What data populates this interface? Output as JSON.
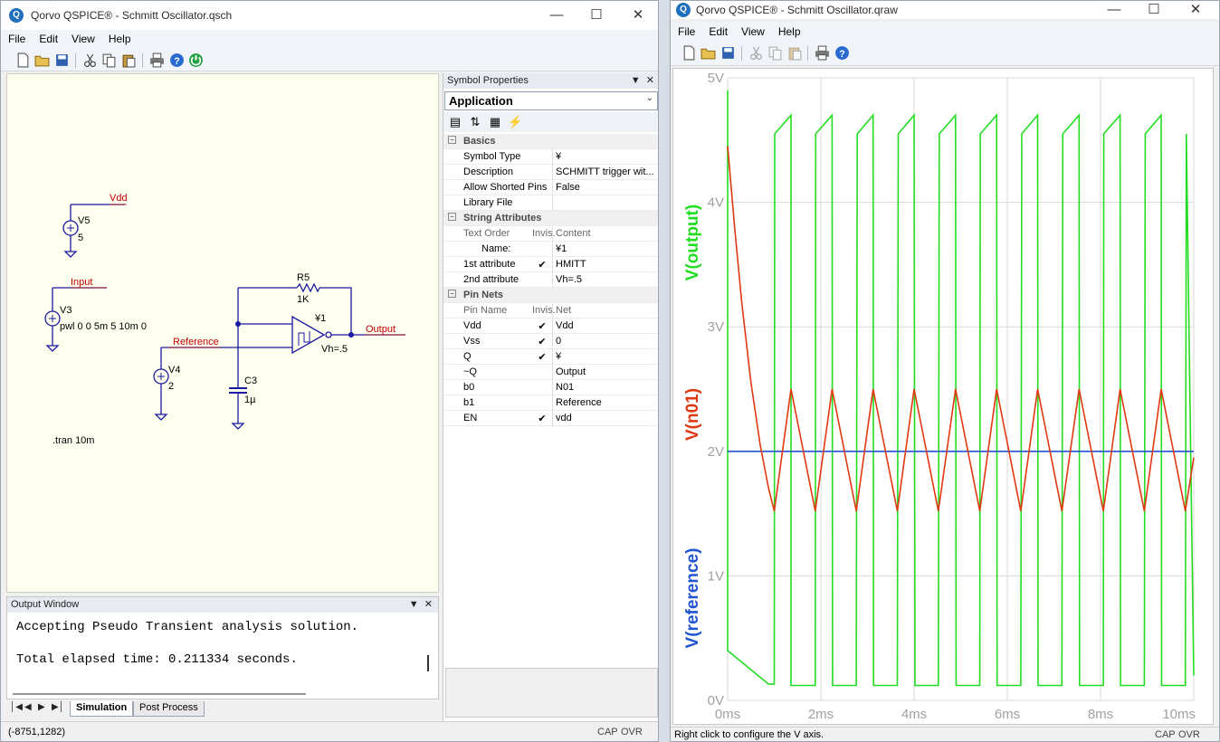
{
  "schematic_window": {
    "title": "Qorvo QSPICE® - Schmitt Oscillator.qsch",
    "app_icon_letter": "Q",
    "menu": [
      "File",
      "Edit",
      "View",
      "Help"
    ],
    "labels": {
      "vdd_net": "Vdd",
      "v5_name": "V5",
      "v5_value": "5",
      "input_net": "Input",
      "v3_name": "V3",
      "v3_value": "pwl 0 0 5m 5 10m 0",
      "r5_name": "R5",
      "r5_value": "1K",
      "x1_name": "¥1",
      "x1_vh": "Vh=.5",
      "output_net": "Output",
      "reference_net": "Reference",
      "v4_name": "V4",
      "v4_value": "2",
      "c3_name": "C3",
      "c3_value": "1µ",
      "tran": ".tran 10m"
    },
    "symbol_properties": {
      "title": "Symbol Properties",
      "combo_value": "Application",
      "categories": [
        {
          "name": "Basics",
          "rows": [
            {
              "name": "Symbol Type",
              "invis": "",
              "value": "¥"
            },
            {
              "name": "Description",
              "invis": "",
              "value": "SCHMITT trigger wit..."
            },
            {
              "name": "Allow Shorted Pins",
              "invis": "",
              "value": "False"
            },
            {
              "name": "Library File",
              "invis": "",
              "value": ""
            }
          ]
        },
        {
          "name": "String Attributes",
          "header": {
            "name": "Text Order",
            "invis": "Invis.",
            "value": "Content"
          },
          "rows": [
            {
              "name": "Name:",
              "invis": "",
              "value": "¥1",
              "indent": true
            },
            {
              "name": "1st attribute",
              "invis": "✔",
              "value": "HMITT"
            },
            {
              "name": "2nd attribute",
              "invis": "",
              "value": "Vh=.5"
            }
          ]
        },
        {
          "name": "Pin Nets",
          "header": {
            "name": "Pin Name",
            "invis": "Invis.",
            "value": "Net"
          },
          "rows": [
            {
              "name": "Vdd",
              "invis": "✔",
              "value": "Vdd"
            },
            {
              "name": "Vss",
              "invis": "✔",
              "value": "0"
            },
            {
              "name": "Q",
              "invis": "✔",
              "value": "¥"
            },
            {
              "name": "~Q",
              "invis": "",
              "value": "Output"
            },
            {
              "name": "b0",
              "invis": "",
              "value": "N01"
            },
            {
              "name": "b1",
              "invis": "",
              "value": "Reference"
            },
            {
              "name": "EN",
              "invis": "✔",
              "value": "vdd"
            }
          ]
        }
      ]
    },
    "output_window": {
      "title": "Output Window",
      "lines": [
        "Accepting Pseudo Transient analysis solution.",
        "Total elapsed time: 0.211334 seconds."
      ]
    },
    "tabs": [
      "Simulation",
      "Post Process"
    ],
    "active_tab": "Simulation",
    "status": {
      "coords": "(-8751,1282)",
      "cap": "CAP",
      "ovr": "OVR"
    }
  },
  "waveform_window": {
    "title": "Qorvo QSPICE® - Schmitt Oscillator.qraw",
    "app_icon_letter": "Q",
    "menu": [
      "File",
      "Edit",
      "View",
      "Help"
    ],
    "status": {
      "hint": "Right click to configure the V axis.",
      "cap": "CAP",
      "ovr": "OVR"
    },
    "colors": {
      "output": "#22dd22",
      "n01": "#e03810",
      "reference": "#1f55d0",
      "grid": "#d8d8d8",
      "axis_text": "#a0a0a0"
    }
  },
  "chart_data": {
    "type": "line",
    "title": "",
    "xlabel": "",
    "ylabel": "",
    "x_ticks": [
      "0ms",
      "2ms",
      "4ms",
      "6ms",
      "8ms",
      "10ms"
    ],
    "y_ticks": [
      "0V",
      "1V",
      "2V",
      "3V",
      "4V",
      "5V"
    ],
    "xlim": [
      0,
      10
    ],
    "ylim": [
      0,
      5
    ],
    "grid": true,
    "series": [
      {
        "name": "V(output)",
        "color": "#22dd22",
        "x": [
          0,
          0.0,
          0.88,
          1.0,
          1.01,
          1.36,
          1.36,
          1.5,
          1.88,
          1.89,
          2.24,
          2.25,
          2.38,
          2.76,
          2.78,
          3.12,
          3.13,
          3.27,
          3.64,
          3.66,
          4.0,
          4.02,
          4.15,
          4.52,
          4.54,
          4.89,
          4.9,
          5.03,
          5.41,
          5.42,
          5.77,
          5.78,
          5.92,
          6.29,
          6.31,
          6.65,
          6.66,
          6.8,
          7.17,
          7.19,
          7.54,
          7.55,
          7.68,
          8.06,
          8.07,
          8.42,
          8.43,
          8.56,
          8.94,
          8.96,
          9.3,
          9.31,
          9.45,
          9.82,
          9.84,
          10.0
        ],
        "y": [
          4.9,
          0.4,
          0.13,
          0.13,
          4.55,
          4.7,
          0.12,
          0.12,
          0.12,
          4.55,
          4.7,
          0.12,
          0.12,
          0.12,
          4.55,
          4.7,
          0.12,
          0.12,
          0.12,
          4.55,
          4.7,
          0.12,
          0.12,
          0.12,
          4.55,
          4.7,
          0.12,
          0.12,
          0.12,
          4.55,
          4.7,
          0.12,
          0.12,
          0.12,
          4.55,
          4.7,
          0.12,
          0.12,
          0.12,
          4.55,
          4.7,
          0.12,
          0.12,
          0.12,
          4.55,
          4.7,
          0.12,
          0.12,
          0.12,
          4.55,
          4.7,
          0.12,
          0.12,
          0.12,
          4.55,
          0.2
        ]
      },
      {
        "name": "V(n01)",
        "color": "#e03810",
        "x": [
          0,
          0.15,
          0.3,
          0.5,
          0.7,
          0.88,
          1.0,
          1.36,
          1.88,
          2.24,
          2.76,
          3.12,
          3.64,
          4.0,
          4.52,
          4.89,
          5.41,
          5.77,
          6.29,
          6.65,
          7.17,
          7.54,
          8.06,
          8.42,
          8.94,
          9.3,
          9.82,
          10.0
        ],
        "y": [
          4.45,
          3.8,
          3.2,
          2.55,
          2.05,
          1.7,
          1.52,
          2.5,
          1.52,
          2.5,
          1.52,
          2.5,
          1.52,
          2.5,
          1.52,
          2.5,
          1.52,
          2.5,
          1.52,
          2.5,
          1.52,
          2.5,
          1.52,
          2.5,
          1.52,
          2.5,
          1.52,
          1.95
        ]
      },
      {
        "name": "V(reference)",
        "color": "#1f55d0",
        "x": [
          0,
          10
        ],
        "y": [
          2,
          2
        ]
      }
    ]
  }
}
